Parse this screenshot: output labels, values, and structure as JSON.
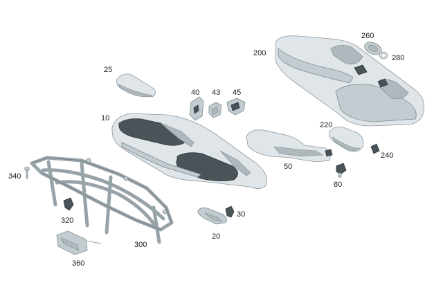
{
  "callouts": {
    "c10": "10",
    "c20": "20",
    "c25": "25",
    "c30": "30",
    "c40": "40",
    "c43": "43",
    "c45": "45",
    "c50": "50",
    "c80": "80",
    "c200": "200",
    "c220": "220",
    "c240": "240",
    "c260": "260",
    "c280": "280",
    "c300": "300",
    "c320": "320",
    "c340": "340",
    "c360": "360"
  },
  "colors": {
    "part_light": "#dfe5e8",
    "part_mid": "#c3ccd1",
    "part_dark": "#4a5358",
    "outline": "#7d878d",
    "label": "#1a1a1a"
  }
}
